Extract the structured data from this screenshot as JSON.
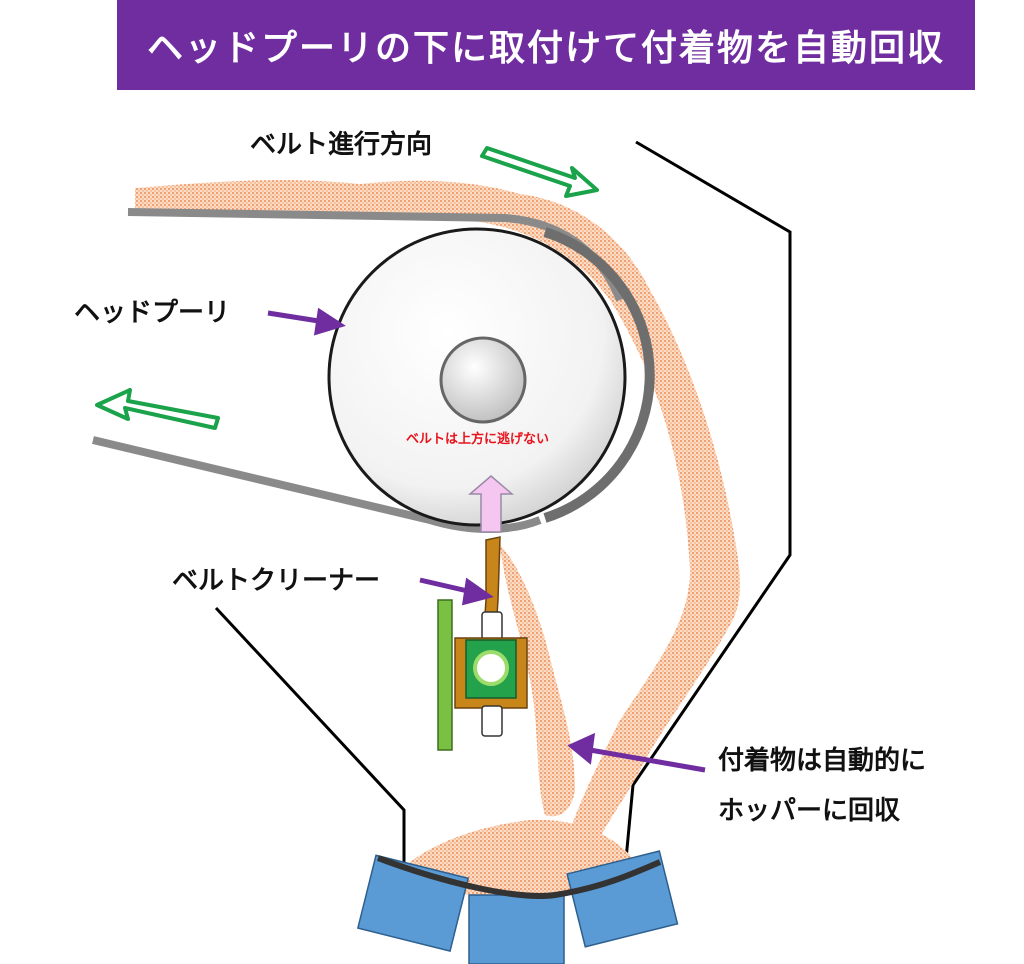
{
  "title": "ヘッドプーリの下に取付けて付着物を自動回収",
  "labels": {
    "belt_direction": "ベルト進行方向",
    "head_pulley": "ヘッドプーリ",
    "belt_not_escape": "ベルトは上方に逃げない",
    "belt_cleaner": "ベルトクリーナー",
    "auto_collect_line1": "付着物は自動的に",
    "auto_collect_line2": "ホッパーに回収"
  },
  "colors": {
    "title_bg": "#6f2da0",
    "purple_arrow": "#6f2da0",
    "green_arrow": "#1aa34a",
    "material": "#f2a97a",
    "belt": "#8a8a8a",
    "cleaner_blade": "#c8861a",
    "cleaner_frame": "#7ac143",
    "bucket": "#5b9bd5",
    "pink_arrow": "#f4c6f0"
  }
}
